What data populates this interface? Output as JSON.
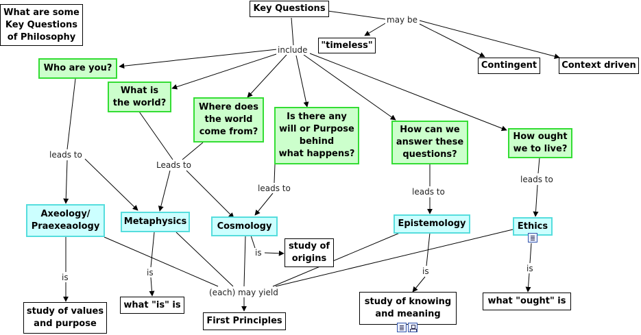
{
  "nodes": {
    "title": "What are some\nKey Questions\nof Philosophy",
    "key_questions": "Key Questions",
    "timeless": "\"timeless\"",
    "contingent": "Contingent",
    "context_driven": "Context driven",
    "who_are_you": "Who are you?",
    "what_is_world": "What is\nthe world?",
    "where_world": "Where does\nthe world\ncome from?",
    "will_purpose": "Is there any\nwill or Purpose\nbehind\nwhat happens?",
    "how_answer": "How can we\nanswer these\nquestions?",
    "how_ought": "How ought\nwe to live?",
    "axeology": "Axeology/\nPraexeaology",
    "metaphysics": "Metaphysics",
    "cosmology": "Cosmology",
    "study_origins": "study of\norigins",
    "epistemology": "Epistemology",
    "ethics": "Ethics",
    "study_values": "study of values\nand purpose",
    "what_is_is": "what \"is\" is",
    "first_principles": "First Principles",
    "study_knowing": "study of knowing\nand meaning",
    "what_ought": "what \"ought\" is"
  },
  "labels": {
    "may_be": "may be",
    "include": "include",
    "leads_to_1": "leads to",
    "leads_to_2": "Leads to",
    "leads_to_3": "leads to",
    "leads_to_4": "leads to",
    "leads_to_5": "leads to",
    "is_1": "is",
    "is_2": "is",
    "is_3": "is",
    "is_4": "is",
    "is_5": "is",
    "each_may_yield": "(each) may yield"
  },
  "icons": {
    "ethics_resource": "document-icon",
    "knowing_resource_1": "document-icon",
    "knowing_resource_2": "concept-map-icon"
  },
  "colors": {
    "question_fill": "#ccffcc",
    "question_border": "#33dd33",
    "field_fill": "#ccffff",
    "field_border": "#55dddd",
    "line": "#000000"
  }
}
